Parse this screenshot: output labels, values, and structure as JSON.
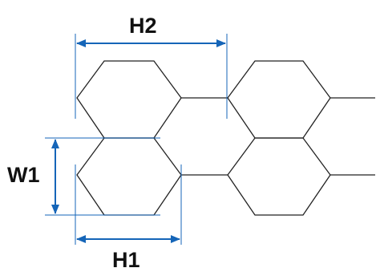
{
  "labels": {
    "h2": "H2",
    "w1": "W1",
    "h1": "H1"
  },
  "colors": {
    "outline": "#222222",
    "dimension": "#1565b8",
    "text": "#111111",
    "background": "#ffffff"
  }
}
